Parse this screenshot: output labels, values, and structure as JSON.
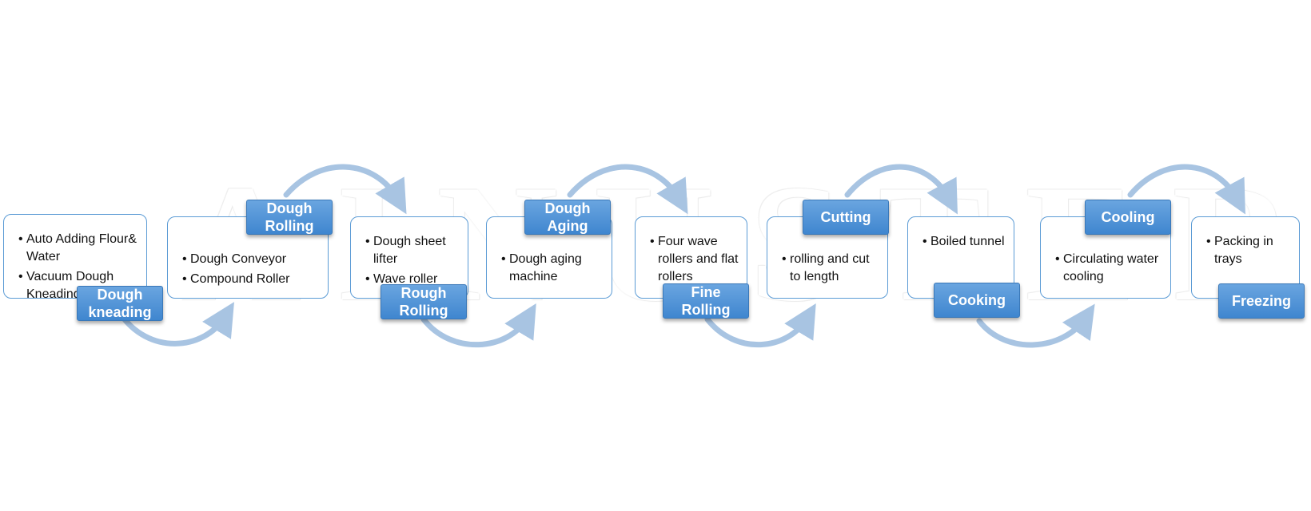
{
  "watermark": "AINUSTER",
  "colors": {
    "box_border": "#5b9bd5",
    "tag_fill": "#4a90d9",
    "tag_text": "#ffffff",
    "arrow": "#a8c4e2"
  },
  "steps": [
    {
      "tag": "Dough\nkneading",
      "items": [
        "Auto Adding Flour& Water",
        "Vacuum Dough Kneading"
      ]
    },
    {
      "tag": "Dough\nRolling",
      "items": [
        "Dough Conveyor",
        "Compound Roller"
      ]
    },
    {
      "tag": "Rough\nRolling",
      "items": [
        "Dough sheet lifter",
        "Wave roller"
      ]
    },
    {
      "tag": "Dough\nAging",
      "items": [
        "Dough aging machine"
      ]
    },
    {
      "tag": "Fine\nRolling",
      "items": [
        "Four wave rollers and flat rollers"
      ]
    },
    {
      "tag": "Cutting",
      "items": [
        "rolling and cut to length"
      ]
    },
    {
      "tag": "Cooking",
      "items": [
        "Boiled tunnel"
      ]
    },
    {
      "tag": "Cooling",
      "items": [
        "Circulating water cooling"
      ]
    },
    {
      "tag": "Freezing",
      "items": [
        "Packing in trays"
      ]
    }
  ]
}
